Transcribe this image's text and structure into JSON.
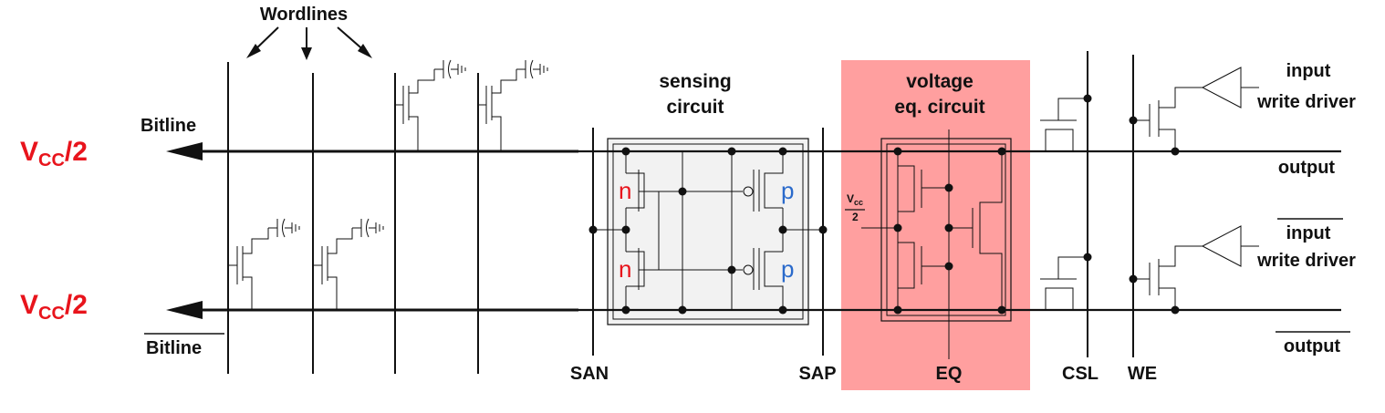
{
  "labels": {
    "wordlines": "Wordlines",
    "bitline": "Bitline",
    "bitline_bar": "Bitline",
    "vcc_top": "V",
    "vcc_top_sub": "CC",
    "vcc_top_tail": "/2",
    "vcc_bottom": "V",
    "vcc_bottom_sub": "CC",
    "vcc_bottom_tail": "/2",
    "sensing_line1": "sensing",
    "sensing_line2": "circuit",
    "voltage_line1": "voltage",
    "voltage_line2": "eq. circuit",
    "eq_vcc": "V",
    "eq_vcc_sub": "cc",
    "eq_vcc_den": "2",
    "n_top": "n",
    "n_bottom": "n",
    "p_top": "p",
    "p_bottom": "p",
    "san": "SAN",
    "sap": "SAP",
    "eq": "EQ",
    "csl": "CSL",
    "we": "WE",
    "input": "input",
    "input_bar": "input",
    "write_driver_top": "write driver",
    "write_driver_bottom": "write driver",
    "output": "output",
    "output_bar": "output"
  },
  "colors": {
    "vcc_text": "#e8141c",
    "n_text": "#e8141c",
    "p_text": "#2a6acb",
    "eq_highlight": "#ff7f7f",
    "sense_box": "#f2f2f2"
  }
}
